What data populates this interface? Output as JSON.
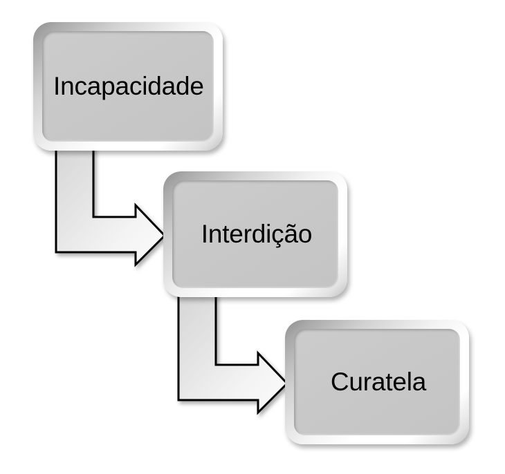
{
  "diagram": {
    "type": "process-flow",
    "title": "",
    "background_color": "#ffffff",
    "node_fill_color": "#c8c8c8",
    "node_border_color": "#8e8e8e",
    "arrow_fill_color": "#e8e8e8",
    "arrow_outline_color": "#000000",
    "text_color": "#000000",
    "nodes": [
      {
        "id": "incapacidade",
        "label": "Incapacidade",
        "order": 1
      },
      {
        "id": "interdicao",
        "label": "Interdição",
        "order": 2
      },
      {
        "id": "curatela",
        "label": "Curatela",
        "order": 3
      }
    ],
    "connectors": [
      {
        "id": "arrow-incapacidade-interdicao",
        "from": "incapacidade",
        "to": "interdicao",
        "shape": "bent-block-arrow",
        "direction": "down-then-right"
      },
      {
        "id": "arrow-interdicao-curatela",
        "from": "interdicao",
        "to": "curatela",
        "shape": "bent-block-arrow",
        "direction": "down-then-right"
      }
    ]
  }
}
